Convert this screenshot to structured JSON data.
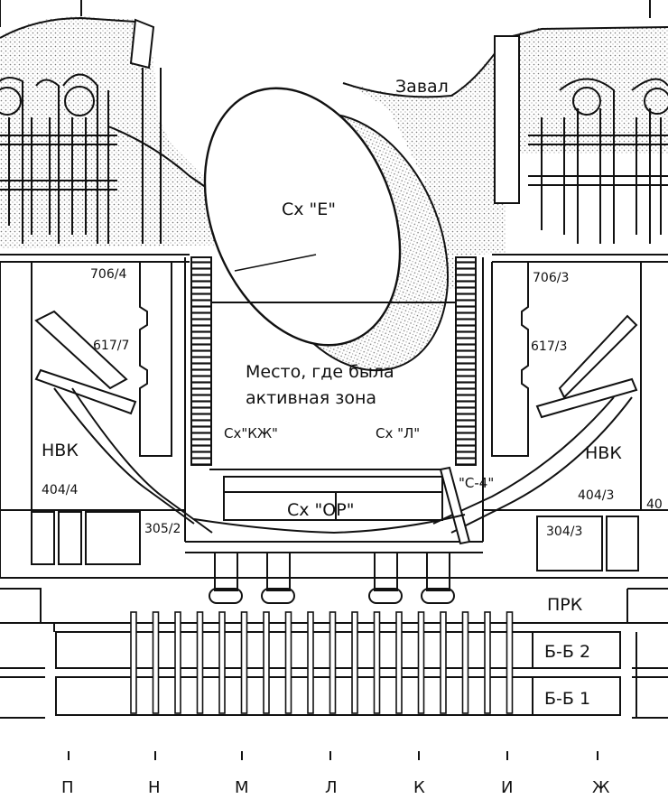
{
  "labels": {
    "zaval": "Завал",
    "schema_e": "Сх \"Е\"",
    "core_line1": "Место, где была",
    "core_line2": "активная зона",
    "schema_kzh": "Сх\"КЖ\"",
    "schema_l": "Сх \"Л\"",
    "schema_s4": "\"С-4\"",
    "schema_or": "Сх \"ОР\"",
    "room_706_4": "706/4",
    "room_617_7": "617/7",
    "room_404_4": "404/4",
    "room_305_2": "305/2",
    "nvk_left": "НВК",
    "room_706_3": "706/3",
    "room_617_3": "617/3",
    "room_404_3": "404/3",
    "room_304_3": "304/3",
    "nvk_right": "НВК",
    "edge_40": "40",
    "prk": "ПРК",
    "bb2": "Б-Б 2",
    "bb1": "Б-Б 1"
  },
  "axis_labels": [
    "П",
    "Н",
    "М",
    "Л",
    "К",
    "И",
    "Ж"
  ],
  "colors": {
    "ink": "#111111",
    "paper": "#ffffff",
    "stipple": "#cfcfcf"
  }
}
